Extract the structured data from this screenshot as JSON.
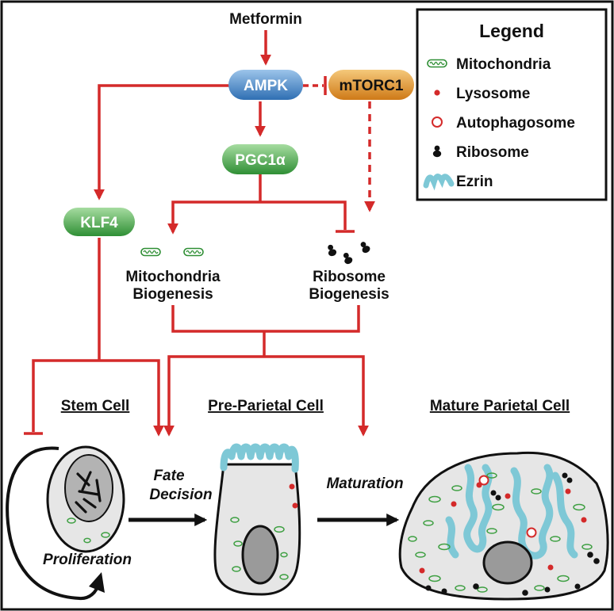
{
  "colors": {
    "arrow_red": "#d42a2a",
    "ampk_blue": "#4a86c6",
    "mtorc1_orange": "#e0922a",
    "node_green": "#48a84a",
    "ezrin_cyan": "#7ec8d6",
    "cell_gray": "#e6e6e6",
    "nucleus_gray": "#9a9a9a",
    "mito_green": "#3fa043"
  },
  "labels": {
    "metformin": "Metformin",
    "ampk": "AMPK",
    "mtorc1": "mTORC1",
    "pgc1a": "PGC1α",
    "klf4": "KLF4",
    "mito_bio_line1": "Mitochondria",
    "mito_bio_line2": "Biogenesis",
    "ribo_bio_line1": "Ribosome",
    "ribo_bio_line2": "Biogenesis",
    "stem_cell": "Stem Cell",
    "pre_parietal": "Pre-Parietal Cell",
    "mature_parietal": "Mature Parietal Cell",
    "fate_line1": "Fate",
    "fate_line2": "Decision",
    "maturation": "Maturation",
    "proliferation": "Proliferation"
  },
  "legend": {
    "title": "Legend",
    "items": [
      {
        "icon": "mitochondria-icon",
        "label": "Mitochondria"
      },
      {
        "icon": "lysosome-icon",
        "label": "Lysosome"
      },
      {
        "icon": "autophagosome-icon",
        "label": "Autophagosome"
      },
      {
        "icon": "ribosome-icon",
        "label": "Ribosome"
      },
      {
        "icon": "ezrin-icon",
        "label": "Ezrin"
      }
    ]
  }
}
